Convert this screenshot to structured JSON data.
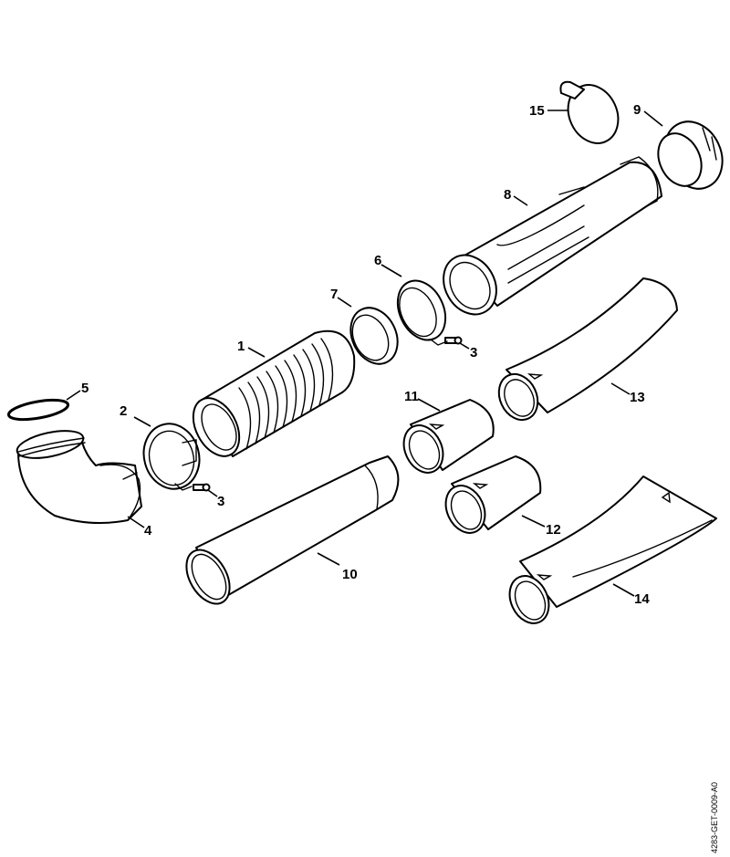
{
  "diagram": {
    "type": "exploded-parts-diagram",
    "drawing_code": "4283-GET-0009-A0",
    "parts": [
      {
        "id": "1",
        "label": "1",
        "name": "corrugated hose"
      },
      {
        "id": "2",
        "label": "2",
        "name": "hose clamp"
      },
      {
        "id": "3a",
        "label": "3",
        "name": "screw"
      },
      {
        "id": "3b",
        "label": "3",
        "name": "screw"
      },
      {
        "id": "4",
        "label": "4",
        "name": "elbow"
      },
      {
        "id": "5",
        "label": "5",
        "name": "o-ring"
      },
      {
        "id": "6",
        "label": "6",
        "name": "hose clamp"
      },
      {
        "id": "7",
        "label": "7",
        "name": "sleeve"
      },
      {
        "id": "8",
        "label": "8",
        "name": "control handle tube"
      },
      {
        "id": "9",
        "label": "9",
        "name": "union nut"
      },
      {
        "id": "10",
        "label": "10",
        "name": "blower tube"
      },
      {
        "id": "11",
        "label": "11",
        "name": "round nozzle"
      },
      {
        "id": "12",
        "label": "12",
        "name": "nozzle"
      },
      {
        "id": "13",
        "label": "13",
        "name": "curved nozzle"
      },
      {
        "id": "14",
        "label": "14",
        "name": "flat nozzle"
      },
      {
        "id": "15",
        "label": "15",
        "name": "band clip"
      }
    ]
  }
}
